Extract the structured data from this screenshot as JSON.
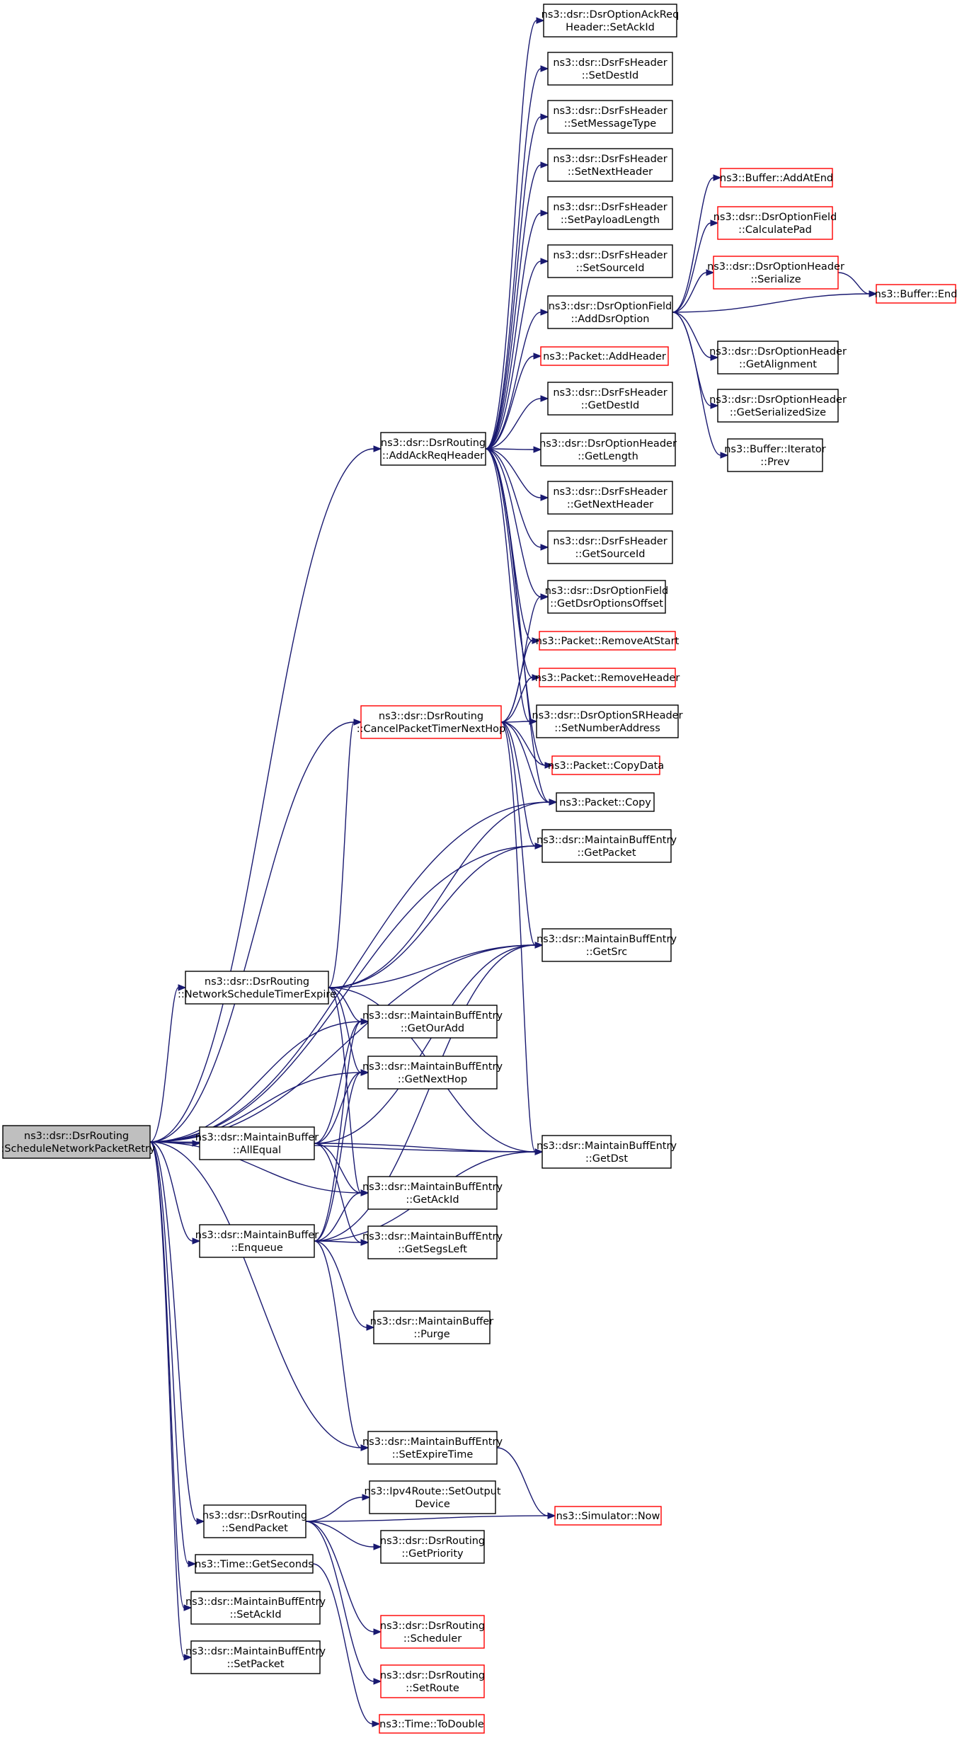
{
  "colors": {
    "edge": "#191970",
    "box_border_normal": "#000000",
    "box_border_truncated": "#ff0000",
    "box_fill": "#ffffff",
    "root_fill": "#bfbfbf",
    "text": "#000000"
  },
  "graph": {
    "nodes": [
      {
        "id": "root",
        "lines": [
          "ns3::dsr::DsrRouting",
          "::ScheduleNetworkPacketRetry"
        ],
        "style": "root"
      },
      {
        "id": "addAckReqHeader",
        "lines": [
          "ns3::dsr::DsrRouting",
          "::AddAckReqHeader"
        ],
        "style": "normal"
      },
      {
        "id": "cancelTimer",
        "lines": [
          "ns3::dsr::DsrRouting",
          "::CancelPacketTimerNextHop"
        ],
        "style": "truncated"
      },
      {
        "id": "netSchedExpire",
        "lines": [
          "ns3::dsr::DsrRouting",
          "::NetworkScheduleTimerExpire"
        ],
        "style": "normal"
      },
      {
        "id": "allEqual",
        "lines": [
          "ns3::dsr::MaintainBuffer",
          "::AllEqual"
        ],
        "style": "normal"
      },
      {
        "id": "enqueue",
        "lines": [
          "ns3::dsr::MaintainBuffer",
          "::Enqueue"
        ],
        "style": "normal"
      },
      {
        "id": "sendPacket",
        "lines": [
          "ns3::dsr::DsrRouting",
          "::SendPacket"
        ],
        "style": "normal"
      },
      {
        "id": "getSeconds",
        "lines": [
          "ns3::Time::GetSeconds"
        ],
        "style": "normal"
      },
      {
        "id": "setAckIdMB",
        "lines": [
          "ns3::dsr::MaintainBuffEntry",
          "::SetAckId"
        ],
        "style": "normal"
      },
      {
        "id": "setPacketMB",
        "lines": [
          "ns3::dsr::MaintainBuffEntry",
          "::SetPacket"
        ],
        "style": "normal"
      },
      {
        "id": "getOurAdd",
        "lines": [
          "ns3::dsr::MaintainBuffEntry",
          "::GetOurAdd"
        ],
        "style": "normal"
      },
      {
        "id": "getNextHop",
        "lines": [
          "ns3::dsr::MaintainBuffEntry",
          "::GetNextHop"
        ],
        "style": "normal"
      },
      {
        "id": "getAckIdMB",
        "lines": [
          "ns3::dsr::MaintainBuffEntry",
          "::GetAckId"
        ],
        "style": "normal"
      },
      {
        "id": "getSegsLeft",
        "lines": [
          "ns3::dsr::MaintainBuffEntry",
          "::GetSegsLeft"
        ],
        "style": "normal"
      },
      {
        "id": "purge",
        "lines": [
          "ns3::dsr::MaintainBuffer",
          "::Purge"
        ],
        "style": "normal"
      },
      {
        "id": "setExpireTime",
        "lines": [
          "ns3::dsr::MaintainBuffEntry",
          "::SetExpireTime"
        ],
        "style": "normal"
      },
      {
        "id": "setOutputDevice",
        "lines": [
          "ns3::Ipv4Route::SetOutput",
          "Device"
        ],
        "style": "normal"
      },
      {
        "id": "getPriority",
        "lines": [
          "ns3::dsr::DsrRouting",
          "::GetPriority"
        ],
        "style": "normal"
      },
      {
        "id": "scheduler",
        "lines": [
          "ns3::dsr::DsrRouting",
          "::Scheduler"
        ],
        "style": "truncated"
      },
      {
        "id": "setRoute",
        "lines": [
          "ns3::dsr::DsrRouting",
          "::SetRoute"
        ],
        "style": "truncated"
      },
      {
        "id": "toDouble",
        "lines": [
          "ns3::Time::ToDouble"
        ],
        "style": "truncated"
      },
      {
        "id": "setAckIdOpt",
        "lines": [
          "ns3::dsr::DsrOptionAckReq",
          "Header::SetAckId"
        ],
        "style": "normal"
      },
      {
        "id": "fsSetDestId",
        "lines": [
          "ns3::dsr::DsrFsHeader",
          "::SetDestId"
        ],
        "style": "normal"
      },
      {
        "id": "fsSetMessageType",
        "lines": [
          "ns3::dsr::DsrFsHeader",
          "::SetMessageType"
        ],
        "style": "normal"
      },
      {
        "id": "fsSetNextHeader",
        "lines": [
          "ns3::dsr::DsrFsHeader",
          "::SetNextHeader"
        ],
        "style": "normal"
      },
      {
        "id": "fsSetPayloadLength",
        "lines": [
          "ns3::dsr::DsrFsHeader",
          "::SetPayloadLength"
        ],
        "style": "normal"
      },
      {
        "id": "fsSetSourceId",
        "lines": [
          "ns3::dsr::DsrFsHeader",
          "::SetSourceId"
        ],
        "style": "normal"
      },
      {
        "id": "addDsrOption",
        "lines": [
          "ns3::dsr::DsrOptionField",
          "::AddDsrOption"
        ],
        "style": "normal"
      },
      {
        "id": "packetAddHeader",
        "lines": [
          "ns3::Packet::AddHeader"
        ],
        "style": "truncated"
      },
      {
        "id": "fsGetDestId",
        "lines": [
          "ns3::dsr::DsrFsHeader",
          "::GetDestId"
        ],
        "style": "normal"
      },
      {
        "id": "optGetLength",
        "lines": [
          "ns3::dsr::DsrOptionHeader",
          "::GetLength"
        ],
        "style": "normal"
      },
      {
        "id": "fsGetNextHeader",
        "lines": [
          "ns3::dsr::DsrFsHeader",
          "::GetNextHeader"
        ],
        "style": "normal"
      },
      {
        "id": "fsGetSourceId",
        "lines": [
          "ns3::dsr::DsrFsHeader",
          "::GetSourceId"
        ],
        "style": "normal"
      },
      {
        "id": "getDsrOptionsOffset",
        "lines": [
          "ns3::dsr::DsrOptionField",
          "::GetDsrOptionsOffset"
        ],
        "style": "normal"
      },
      {
        "id": "removeAtStart",
        "lines": [
          "ns3::Packet::RemoveAtStart"
        ],
        "style": "truncated"
      },
      {
        "id": "removeHeader",
        "lines": [
          "ns3::Packet::RemoveHeader"
        ],
        "style": "truncated"
      },
      {
        "id": "setNumberAddress",
        "lines": [
          "ns3::dsr::DsrOptionSRHeader",
          "::SetNumberAddress"
        ],
        "style": "normal"
      },
      {
        "id": "copyData",
        "lines": [
          "ns3::Packet::CopyData"
        ],
        "style": "truncated"
      },
      {
        "id": "packetCopy",
        "lines": [
          "ns3::Packet::Copy"
        ],
        "style": "normal"
      },
      {
        "id": "getPacket",
        "lines": [
          "ns3::dsr::MaintainBuffEntry",
          "::GetPacket"
        ],
        "style": "normal"
      },
      {
        "id": "getSrc",
        "lines": [
          "ns3::dsr::MaintainBuffEntry",
          "::GetSrc"
        ],
        "style": "normal"
      },
      {
        "id": "getDst",
        "lines": [
          "ns3::dsr::MaintainBuffEntry",
          "::GetDst"
        ],
        "style": "normal"
      },
      {
        "id": "simNow",
        "lines": [
          "ns3::Simulator::Now"
        ],
        "style": "truncated"
      },
      {
        "id": "bufferAddAtEnd",
        "lines": [
          "ns3::Buffer::AddAtEnd"
        ],
        "style": "truncated"
      },
      {
        "id": "calculatePad",
        "lines": [
          "ns3::dsr::DsrOptionField",
          "::CalculatePad"
        ],
        "style": "truncated"
      },
      {
        "id": "optSerialize",
        "lines": [
          "ns3::dsr::DsrOptionHeader",
          "::Serialize"
        ],
        "style": "truncated"
      },
      {
        "id": "bufferEnd",
        "lines": [
          "ns3::Buffer::End"
        ],
        "style": "truncated"
      },
      {
        "id": "optGetAlignment",
        "lines": [
          "ns3::dsr::DsrOptionHeader",
          "::GetAlignment"
        ],
        "style": "normal"
      },
      {
        "id": "optGetSerializedSize",
        "lines": [
          "ns3::dsr::DsrOptionHeader",
          "::GetSerializedSize"
        ],
        "style": "normal"
      },
      {
        "id": "iteratorPrev",
        "lines": [
          "ns3::Buffer::Iterator",
          "::Prev"
        ],
        "style": "normal"
      }
    ],
    "edges": [
      [
        "root",
        "addAckReqHeader"
      ],
      [
        "root",
        "cancelTimer"
      ],
      [
        "root",
        "packetCopy"
      ],
      [
        "root",
        "getPacket"
      ],
      [
        "root",
        "getSrc"
      ],
      [
        "root",
        "netSchedExpire"
      ],
      [
        "root",
        "getOurAdd"
      ],
      [
        "root",
        "getNextHop"
      ],
      [
        "root",
        "allEqual"
      ],
      [
        "root",
        "getAckIdMB"
      ],
      [
        "root",
        "enqueue"
      ],
      [
        "root",
        "getDst"
      ],
      [
        "root",
        "setExpireTime"
      ],
      [
        "root",
        "sendPacket"
      ],
      [
        "root",
        "getSeconds"
      ],
      [
        "root",
        "setAckIdMB"
      ],
      [
        "root",
        "setPacketMB"
      ],
      [
        "addAckReqHeader",
        "setAckIdOpt"
      ],
      [
        "addAckReqHeader",
        "fsSetDestId"
      ],
      [
        "addAckReqHeader",
        "fsSetMessageType"
      ],
      [
        "addAckReqHeader",
        "fsSetNextHeader"
      ],
      [
        "addAckReqHeader",
        "fsSetPayloadLength"
      ],
      [
        "addAckReqHeader",
        "fsSetSourceId"
      ],
      [
        "addAckReqHeader",
        "addDsrOption"
      ],
      [
        "addAckReqHeader",
        "packetAddHeader"
      ],
      [
        "addAckReqHeader",
        "fsGetDestId"
      ],
      [
        "addAckReqHeader",
        "optGetLength"
      ],
      [
        "addAckReqHeader",
        "fsGetNextHeader"
      ],
      [
        "addAckReqHeader",
        "fsGetSourceId"
      ],
      [
        "addAckReqHeader",
        "getDsrOptionsOffset"
      ],
      [
        "addAckReqHeader",
        "removeAtStart"
      ],
      [
        "addAckReqHeader",
        "removeHeader"
      ],
      [
        "addAckReqHeader",
        "setNumberAddress"
      ],
      [
        "addAckReqHeader",
        "copyData"
      ],
      [
        "addAckReqHeader",
        "packetCopy"
      ],
      [
        "addDsrOption",
        "bufferAddAtEnd"
      ],
      [
        "addDsrOption",
        "calculatePad"
      ],
      [
        "addDsrOption",
        "optSerialize"
      ],
      [
        "addDsrOption",
        "bufferEnd"
      ],
      [
        "addDsrOption",
        "optGetAlignment"
      ],
      [
        "addDsrOption",
        "optGetSerializedSize"
      ],
      [
        "addDsrOption",
        "iteratorPrev"
      ],
      [
        "optSerialize",
        "bufferEnd"
      ],
      [
        "cancelTimer",
        "getDsrOptionsOffset"
      ],
      [
        "cancelTimer",
        "removeAtStart"
      ],
      [
        "cancelTimer",
        "removeHeader"
      ],
      [
        "cancelTimer",
        "setNumberAddress"
      ],
      [
        "cancelTimer",
        "copyData"
      ],
      [
        "cancelTimer",
        "packetCopy"
      ],
      [
        "cancelTimer",
        "getPacket"
      ],
      [
        "cancelTimer",
        "getSrc"
      ],
      [
        "cancelTimer",
        "getDst"
      ],
      [
        "netSchedExpire",
        "cancelTimer"
      ],
      [
        "netSchedExpire",
        "packetCopy"
      ],
      [
        "netSchedExpire",
        "getPacket"
      ],
      [
        "netSchedExpire",
        "getSrc"
      ],
      [
        "netSchedExpire",
        "getOurAdd"
      ],
      [
        "netSchedExpire",
        "getNextHop"
      ],
      [
        "netSchedExpire",
        "getAckIdMB"
      ],
      [
        "netSchedExpire",
        "getDst"
      ],
      [
        "allEqual",
        "getOurAdd"
      ],
      [
        "allEqual",
        "getNextHop"
      ],
      [
        "allEqual",
        "getSrc"
      ],
      [
        "allEqual",
        "getDst"
      ],
      [
        "allEqual",
        "getAckIdMB"
      ],
      [
        "allEqual",
        "getSegsLeft"
      ],
      [
        "enqueue",
        "getOurAdd"
      ],
      [
        "enqueue",
        "getNextHop"
      ],
      [
        "enqueue",
        "getAckIdMB"
      ],
      [
        "enqueue",
        "getSegsLeft"
      ],
      [
        "enqueue",
        "purge"
      ],
      [
        "enqueue",
        "getSrc"
      ],
      [
        "enqueue",
        "getDst"
      ],
      [
        "enqueue",
        "setExpireTime"
      ],
      [
        "setExpireTime",
        "simNow"
      ],
      [
        "sendPacket",
        "setOutputDevice"
      ],
      [
        "sendPacket",
        "getPriority"
      ],
      [
        "sendPacket",
        "simNow"
      ],
      [
        "sendPacket",
        "scheduler"
      ],
      [
        "sendPacket",
        "setRoute"
      ],
      [
        "getSeconds",
        "toDouble"
      ]
    ]
  }
}
